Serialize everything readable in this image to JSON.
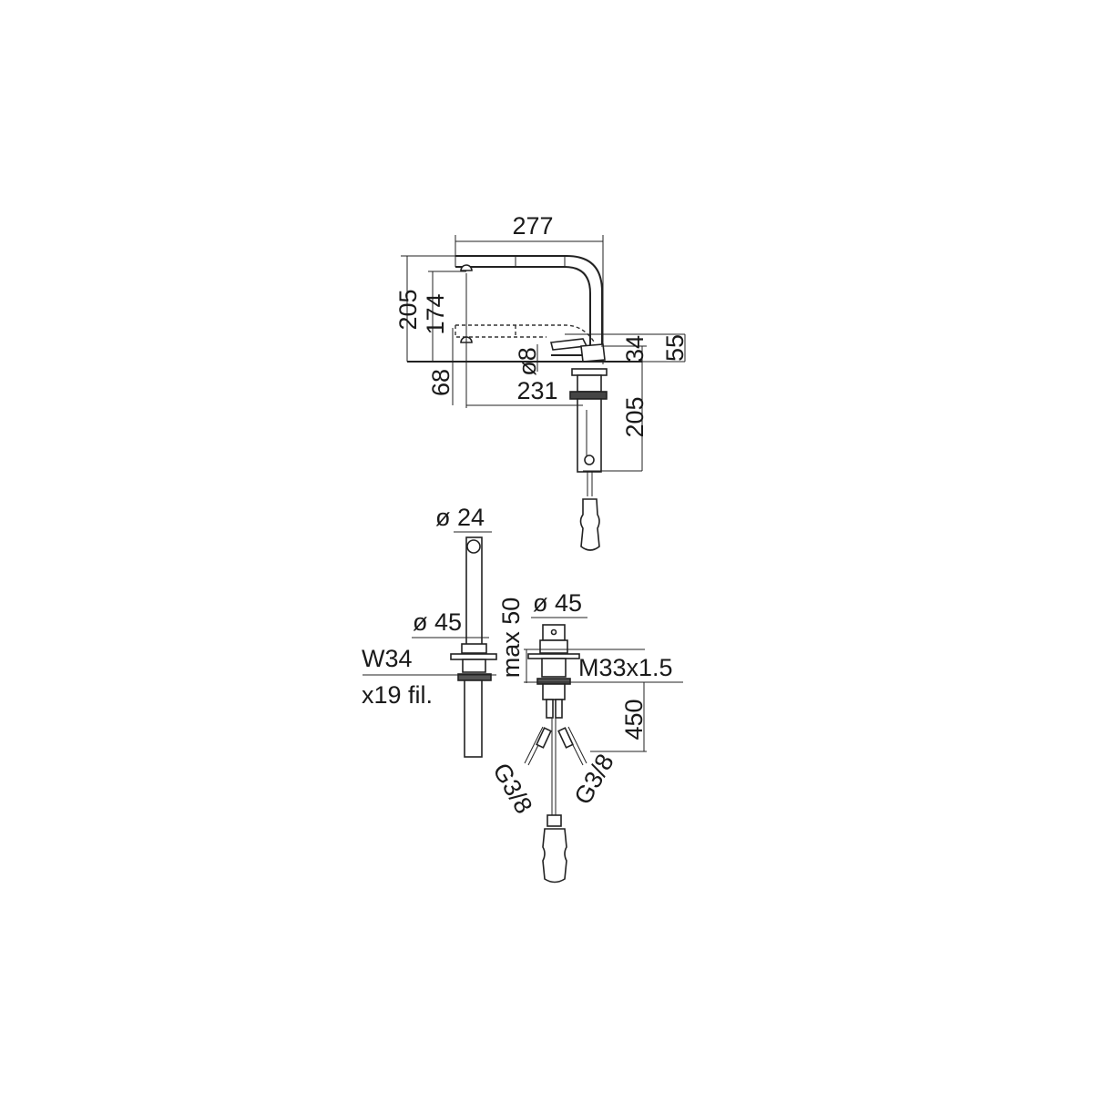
{
  "title": "Kitchen mixer with pull-out spout – technical drawing",
  "side_view": {
    "overall_width": "277",
    "spout_height": "205",
    "nozzle_height": "174",
    "pulled_height": "68",
    "hose_diameter": "ø8",
    "reach": "231",
    "handle_height": "34",
    "top_height": "55",
    "below_deck": "205"
  },
  "front_view": {
    "spout_diameter": "ø 24",
    "base_diameter": "ø 45",
    "thread_line1": "W34",
    "thread_line2": "x19 fil."
  },
  "mount_view": {
    "base_diameter": "ø 45",
    "max_deck": "max 50",
    "thread": "M33x1.5",
    "hose_length": "450",
    "connection_left": "G3/8",
    "connection_right": "G3/8"
  }
}
